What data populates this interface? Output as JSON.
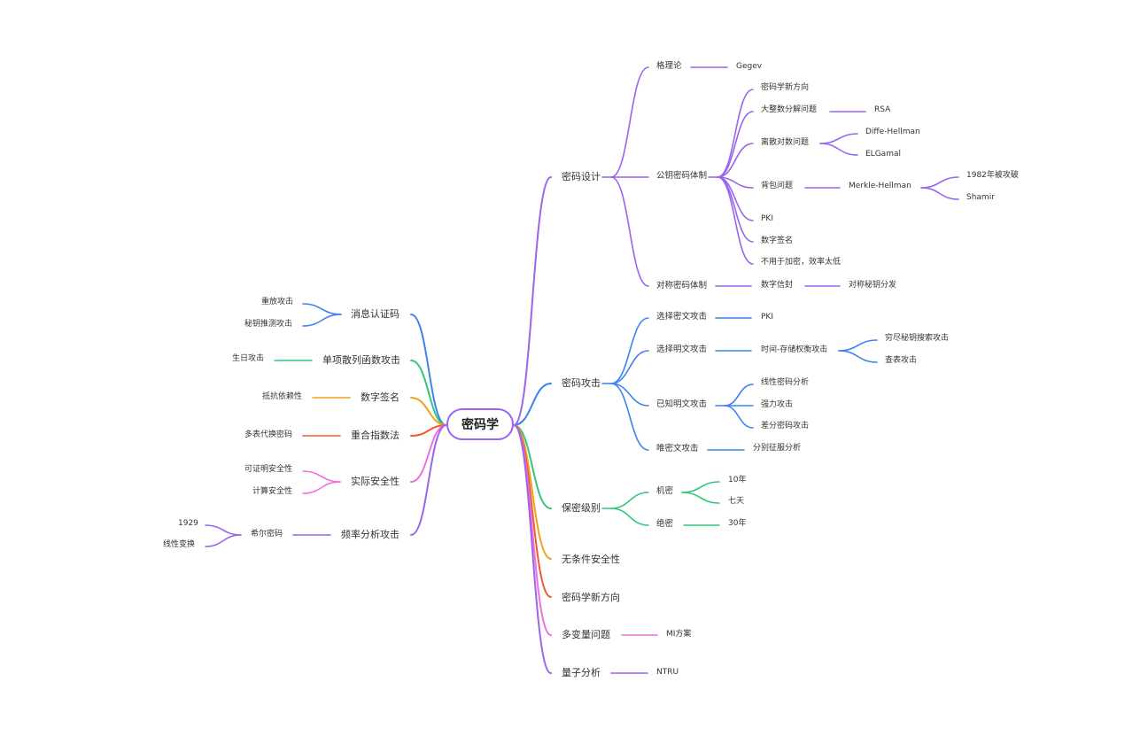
{
  "colors": {
    "purple": "#9a63f0",
    "blue": "#3d82f0",
    "green": "#34c77b",
    "orange": "#f0a020",
    "red": "#f05a32",
    "pink": "#ef6fdc"
  },
  "root": {
    "label": "密码学"
  },
  "right": {
    "design": {
      "label": "密码设计",
      "lattice": {
        "label": "格理论",
        "child": "Gegev"
      },
      "pubkey": {
        "label": "公钥密码体制",
        "new_dir": "密码学新方向",
        "factor": {
          "label": "大整数分解问题",
          "child": "RSA"
        },
        "dlog": {
          "label": "离散对数问题",
          "c1": "Diffe-Hellman",
          "c2": "ELGamal"
        },
        "knap": {
          "label": "背包问题",
          "child": "Merkle-Hellman",
          "g1": "1982年被攻破",
          "g2": "Shamir"
        },
        "pki": "PKI",
        "sig": "数字签名",
        "noenc": "不用于加密，效率太低"
      },
      "sym": {
        "label": "对称密码体制",
        "child": "数字信封",
        "grand": "对称秘钥分发"
      }
    },
    "attack": {
      "label": "密码攻击",
      "chosen_ct": {
        "label": "选择密文攻击",
        "child": "PKI"
      },
      "chosen_pt": {
        "label": "选择明文攻击",
        "child": "时间-存储权衡攻击",
        "g1": "穷尽秘钥搜索攻击",
        "g2": "查表攻击"
      },
      "known_pt": {
        "label": "已知明文攻击",
        "c1": "线性密码分析",
        "c2": "强力攻击",
        "c3": "差分密码攻击"
      },
      "ct_only": {
        "label": "唯密文攻击",
        "child": "分别征服分析"
      }
    },
    "secrecy": {
      "label": "保密级别",
      "secret": {
        "label": "机密",
        "c1": "10年",
        "c2": "七天"
      },
      "top": {
        "label": "绝密",
        "child": "30年"
      }
    },
    "uncond": {
      "label": "无条件安全性"
    },
    "newdir": {
      "label": "密码学新方向"
    },
    "multivar": {
      "label": "多变量问题",
      "child": "MI方案"
    },
    "quantum": {
      "label": "量子分析",
      "child": "NTRU"
    }
  },
  "left": {
    "mac": {
      "label": "消息认证码",
      "c1": "重放攻击",
      "c2": "秘钥推测攻击"
    },
    "hash": {
      "label": "单项散列函数攻击",
      "child": "生日攻击"
    },
    "dsig": {
      "label": "数字签名",
      "child": "抵抗依赖性"
    },
    "index": {
      "label": "重合指数法",
      "child": "多表代换密码"
    },
    "practical": {
      "label": "实际安全性",
      "c1": "可证明安全性",
      "c2": "计算安全性"
    },
    "freq": {
      "label": "频率分析攻击",
      "child": "希尔密码",
      "g1": "1929",
      "g2": "线性变换"
    }
  }
}
